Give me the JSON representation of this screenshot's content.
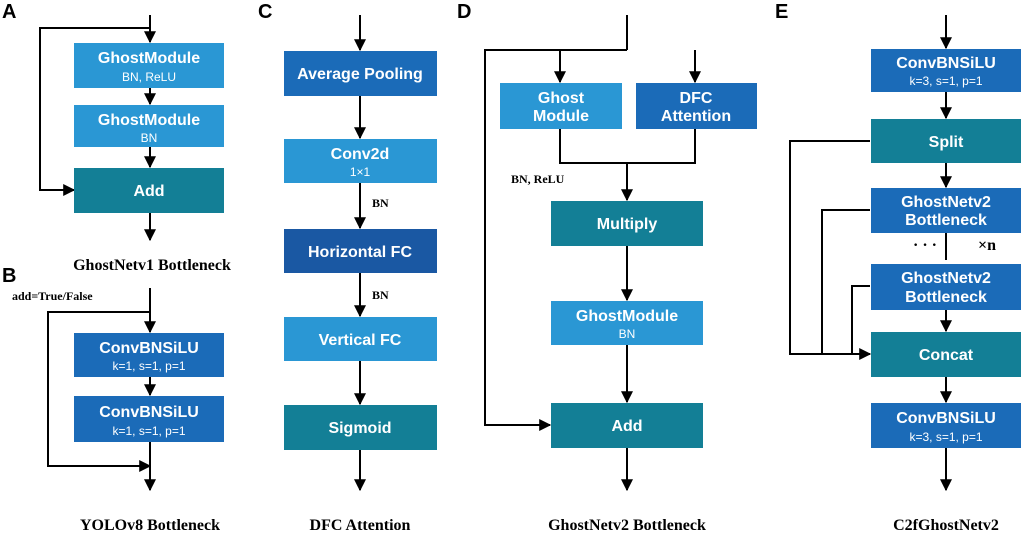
{
  "colors": {
    "light_blue": "#2a97d4",
    "mid_blue": "#1b6bb8",
    "dark_blue": "#1a58a3",
    "teal": "#137f96",
    "line": "#000000"
  },
  "panels": {
    "A": {
      "letter": "A",
      "caption": "GhostNetv1 Bottleneck",
      "box1": {
        "title": "GhostModule",
        "sub": "BN, ReLU"
      },
      "box2": {
        "title": "GhostModule",
        "sub": "BN"
      },
      "box3": {
        "title": "Add"
      }
    },
    "B": {
      "letter": "B",
      "caption": "YOLOv8 Bottleneck",
      "annotation": "add=True/False",
      "box1": {
        "title": "ConvBNSiLU",
        "sub": "k=1, s=1, p=1"
      },
      "box2": {
        "title": "ConvBNSiLU",
        "sub": "k=1, s=1, p=1"
      }
    },
    "C": {
      "letter": "C",
      "caption": "DFC Attention",
      "box1": {
        "title": "Average Pooling"
      },
      "box2": {
        "title": "Conv2d",
        "sub": "1×1"
      },
      "bn1": "BN",
      "box3": {
        "title": "Horizontal FC"
      },
      "bn2": "BN",
      "box4": {
        "title": "Vertical FC"
      },
      "box5": {
        "title": "Sigmoid"
      }
    },
    "D": {
      "letter": "D",
      "caption": "GhostNetv2 Bottleneck",
      "ghost": {
        "line1": "Ghost",
        "line2": "Module"
      },
      "dfc": {
        "line1": "DFC",
        "line2": "Attention"
      },
      "bn_relu": "BN, ReLU",
      "multiply": {
        "title": "Multiply"
      },
      "ghostmodule": {
        "title": "GhostModule",
        "sub": "BN"
      },
      "add": {
        "title": "Add"
      }
    },
    "E": {
      "letter": "E",
      "caption": "C2fGhostNetv2",
      "conv1": {
        "title": "ConvBNSiLU",
        "sub": "k=3, s=1, p=1"
      },
      "split": {
        "title": "Split"
      },
      "gb1": {
        "line1": "GhostNetv2",
        "line2": "Bottleneck"
      },
      "dots": "· · ·",
      "times_n": "×n",
      "gb2": {
        "line1": "GhostNetv2",
        "line2": "Bottleneck"
      },
      "concat": {
        "title": "Concat"
      },
      "conv2": {
        "title": "ConvBNSiLU",
        "sub": "k=3, s=1, p=1"
      }
    }
  }
}
